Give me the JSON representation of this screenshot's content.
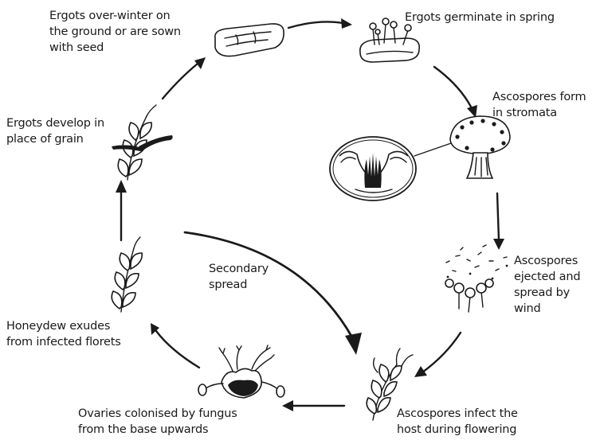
{
  "diagram": {
    "stages": [
      {
        "id": "overwinter",
        "label": "Ergots over-winter on\nthe ground or are sown\nwith seed"
      },
      {
        "id": "germinate",
        "label": "Ergots germinate in spring"
      },
      {
        "id": "ascospores-form",
        "label": "Ascospores form\nin stromata"
      },
      {
        "id": "ejected",
        "label": "Ascospores\nejected and\nspread by\nwind"
      },
      {
        "id": "infect",
        "label": "Ascospores infect the\nhost during flowering"
      },
      {
        "id": "colonised",
        "label": "Ovaries colonised by fungus\nfrom the base upwards"
      },
      {
        "id": "honeydew",
        "label": "Honeydew exudes\nfrom infected florets"
      },
      {
        "id": "develop",
        "label": "Ergots develop in\nplace of grain"
      }
    ],
    "secondary_label": "Secondary\nspread"
  }
}
